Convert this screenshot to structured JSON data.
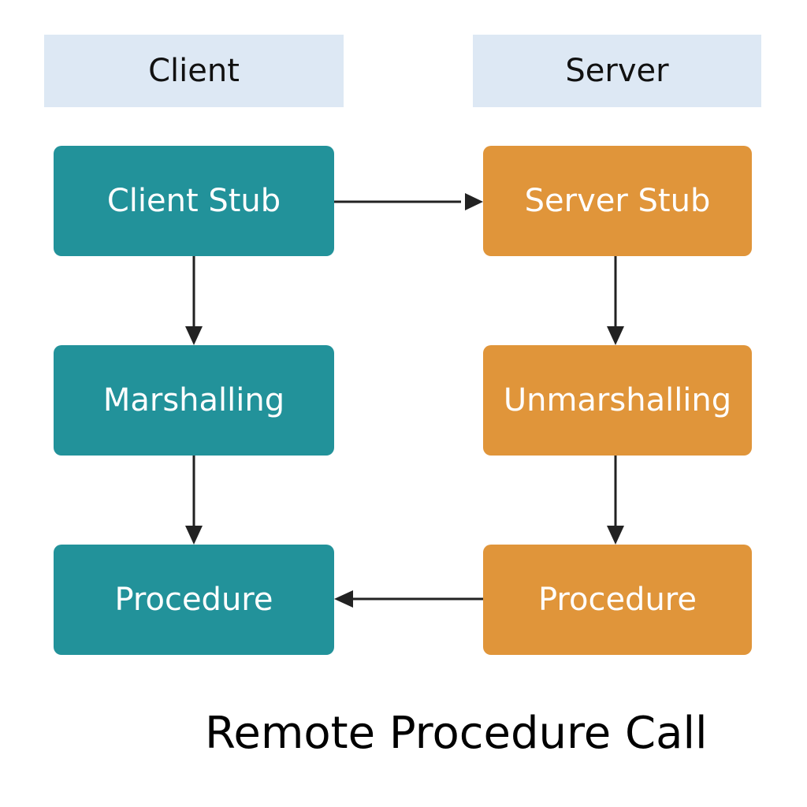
{
  "colors": {
    "header_bg": "#dde8f4",
    "client_box": "#22929a",
    "server_box": "#e0953a",
    "arrow": "#222222",
    "text_light": "#ffffff",
    "text_dark": "#111111"
  },
  "headers": {
    "client": "Client",
    "server": "Server"
  },
  "client_column": {
    "boxes": [
      {
        "label": "Client Stub"
      },
      {
        "label": "Marshalling"
      },
      {
        "label": "Procedure"
      }
    ]
  },
  "server_column": {
    "boxes": [
      {
        "label": "Server Stub"
      },
      {
        "label": "Unmarshalling"
      },
      {
        "label": "Procedure"
      }
    ]
  },
  "connections": [
    {
      "from": "Client Stub",
      "to": "Server Stub"
    },
    {
      "from": "Client Stub",
      "to": "Marshalling"
    },
    {
      "from": "Marshalling",
      "to": "Procedure"
    },
    {
      "from": "Server Stub",
      "to": "Unmarshalling"
    },
    {
      "from": "Unmarshalling",
      "to": "Procedure"
    },
    {
      "from": "Procedure",
      "to": "Procedure"
    }
  ],
  "title": "Remote Procedure Call"
}
